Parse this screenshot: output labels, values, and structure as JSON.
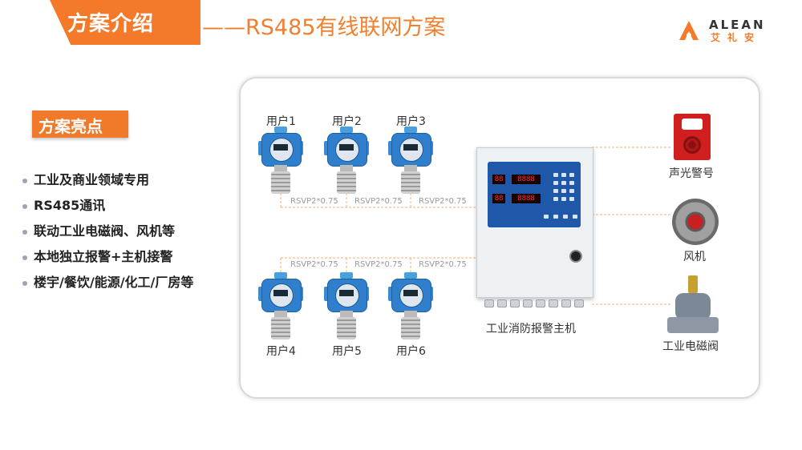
{
  "header": {
    "title": "方案介绍",
    "subtitle": "——RS485有线联网方案",
    "logo_en": "ALEAN",
    "logo_cn": "艾礼安"
  },
  "highlights": {
    "tag": "方案亮点",
    "items": [
      "工业及商业领域专用",
      "RS485通讯",
      "联动工业电磁阀、风机等",
      "本地独立报警+主机接警",
      "楼宇/餐饮/能源/化工/厂房等"
    ]
  },
  "diagram": {
    "users_top": [
      "用户1",
      "用户2",
      "用户3"
    ],
    "users_bottom": [
      "用户4",
      "用户5",
      "用户6"
    ],
    "cable_label": "RSVP2*0.75",
    "controller": {
      "label": "工业消防报警主机",
      "display_1": "8888",
      "display_2": "8888",
      "display_3": "88"
    },
    "devices": {
      "alarm": "声光警号",
      "fan": "风机",
      "valve": "工业电磁阀"
    }
  },
  "colors": {
    "accent": "#f47a2a",
    "detector_blue": "#2f7fcc",
    "panel_blue": "#1f58a8",
    "wire": "#f0b070"
  }
}
